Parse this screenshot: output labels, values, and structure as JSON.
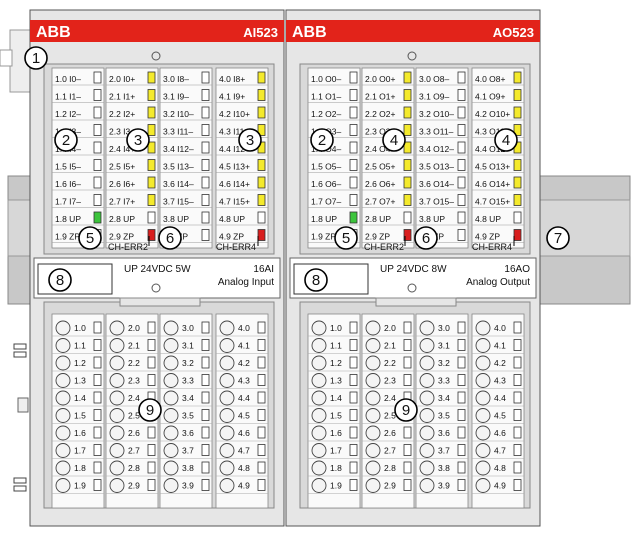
{
  "modules": [
    {
      "brand": "ABB",
      "model": "AI523",
      "power": "UP 24VDC 5W",
      "type_line1": "16AI",
      "type_line2": "Analog Input",
      "top_columns": [
        {
          "col": 1,
          "labels": [
            "1.0  I0–",
            "1.1  I1–",
            "1.2  I2–",
            "1.3  I3–",
            "1.4  I4–",
            "1.5  I5–",
            "1.6  I6–",
            "1.7  I7–",
            "1.8  UP",
            "1.9  ZP"
          ],
          "led_rows": []
        },
        {
          "col": 2,
          "labels": [
            "2.0  I0+",
            "2.1  I1+",
            "2.2  I2+",
            "2.3  I3+",
            "2.4  I4+",
            "2.5  I5+",
            "2.6  I6+",
            "2.7  I7+",
            "2.8  UP",
            "2.9  ZP"
          ],
          "led_rows": [
            0,
            1,
            2,
            3,
            4,
            5,
            6,
            7
          ]
        },
        {
          "col": 3,
          "labels": [
            "3.0  I8–",
            "3.1  I9–",
            "3.2  I10–",
            "3.3  I11–",
            "3.4  I12–",
            "3.5  I13–",
            "3.6  I14–",
            "3.7  I15–",
            "3.8  UP",
            "3.9  ZP"
          ],
          "led_rows": []
        },
        {
          "col": 4,
          "labels": [
            "4.0  I8+",
            "4.1  I9+",
            "4.2  I10+",
            "4.3  I11+",
            "4.4  I12+",
            "4.5  I13+",
            "4.6  I14+",
            "4.7  I15+",
            "4.8  UP",
            "4.9  ZP"
          ],
          "led_rows": [
            0,
            1,
            2,
            3,
            4,
            5,
            6,
            7
          ]
        }
      ],
      "err_labels": [
        "CH-ERR2",
        "CH-ERR4"
      ],
      "callouts_top": [
        "2",
        "3",
        "3"
      ]
    },
    {
      "brand": "ABB",
      "model": "AO523",
      "power": "UP 24VDC 8W",
      "type_line1": "16AO",
      "type_line2": "Analog Output",
      "top_columns": [
        {
          "col": 1,
          "labels": [
            "1.0  O0–",
            "1.1  O1–",
            "1.2  O2–",
            "1.3  O3–",
            "1.4  O4–",
            "1.5  O5–",
            "1.6  O6–",
            "1.7  O7–",
            "1.8  UP",
            "1.9  ZP"
          ],
          "led_rows": []
        },
        {
          "col": 2,
          "labels": [
            "2.0  O0+",
            "2.1  O1+",
            "2.2  O2+",
            "2.3  O3+",
            "2.4  O4+",
            "2.5  O5+",
            "2.6  O6+",
            "2.7  O7+",
            "2.8  UP",
            "2.9  ZP"
          ],
          "led_rows": [
            0,
            1,
            2,
            3,
            4,
            5,
            6,
            7
          ]
        },
        {
          "col": 3,
          "labels": [
            "3.0  O8–",
            "3.1  O9–",
            "3.2  O10–",
            "3.3  O11–",
            "3.4  O12–",
            "3.5  O13–",
            "3.6  O14–",
            "3.7  O15–",
            "3.8  UP",
            "3.9  ZP"
          ],
          "led_rows": []
        },
        {
          "col": 4,
          "labels": [
            "4.0  O8+",
            "4.1  O9+",
            "4.2  O10+",
            "4.3  O11+",
            "4.4  O12+",
            "4.5  O13+",
            "4.6  O14+",
            "4.7  O15+",
            "4.8  UP",
            "4.9  ZP"
          ],
          "led_rows": [
            0,
            1,
            2,
            3,
            4,
            5,
            6,
            7
          ]
        }
      ],
      "err_labels": [
        "CH-ERR2",
        "CH-ERR4"
      ],
      "callouts_top": [
        "2",
        "4",
        "4"
      ]
    }
  ],
  "terminal_labels": [
    [
      "1.0",
      "1.1",
      "1.2",
      "1.3",
      "1.4",
      "1.5",
      "1.6",
      "1.7",
      "1.8",
      "1.9"
    ],
    [
      "2.0",
      "2.1",
      "2.2",
      "2.3",
      "2.4",
      "2.5",
      "2.6",
      "2.7",
      "2.8",
      "2.9"
    ],
    [
      "3.0",
      "3.1",
      "3.2",
      "3.3",
      "3.4",
      "3.5",
      "3.6",
      "3.7",
      "3.8",
      "3.9"
    ],
    [
      "4.0",
      "4.1",
      "4.2",
      "4.3",
      "4.4",
      "4.5",
      "4.6",
      "4.7",
      "4.8",
      "4.9"
    ]
  ],
  "callouts": {
    "n1": "1",
    "n5": "5",
    "n6": "6",
    "n7": "7",
    "n8": "8",
    "n9": "9"
  },
  "colors": {
    "brand_red": "#e2231a",
    "module_gray": "#e6e6e6",
    "panel_gray": "#d9d9d9",
    "rail_gray": "#c8c8c8",
    "led_yellow": "#f4ea2c",
    "led_green": "#3cc43c",
    "led_red": "#d81e1e"
  }
}
